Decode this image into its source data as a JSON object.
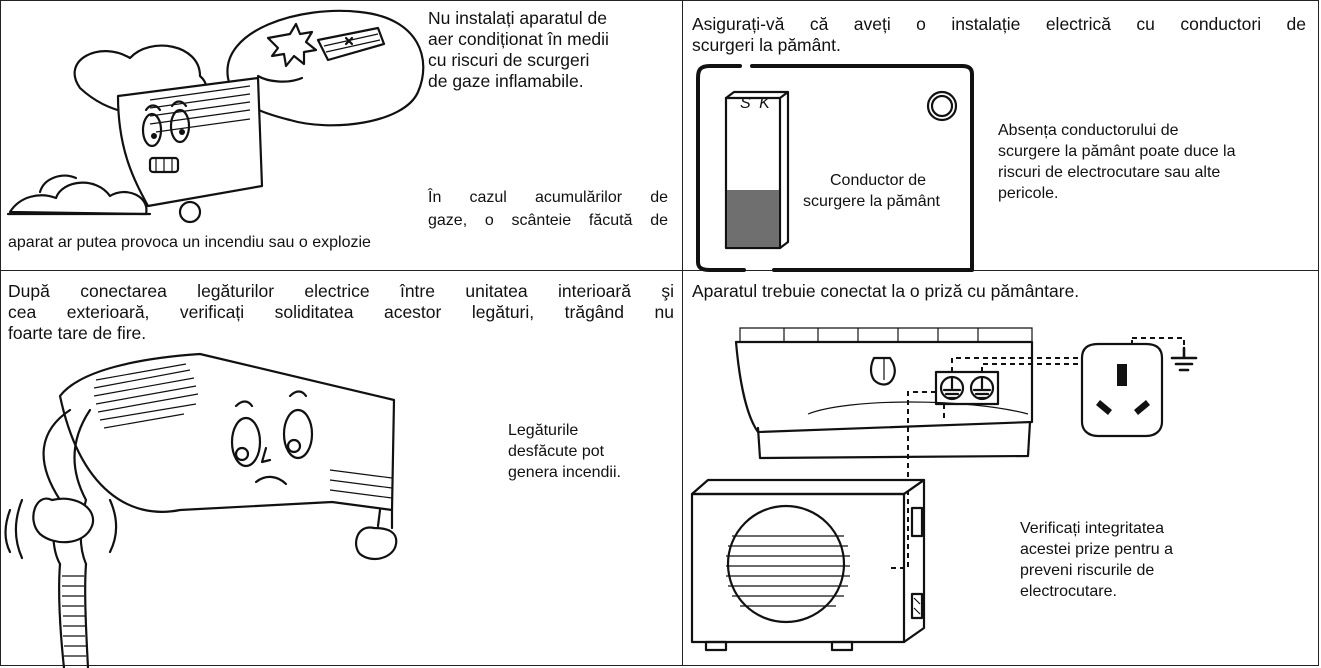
{
  "panel_top_left": {
    "warning_lines": [
      "Nu instalați aparatul de",
      "aer condiționat în medii",
      "cu riscuri de scurgeri",
      "de gaze inflamabile."
    ],
    "consequence_line1": "În cazul acumulărilor de",
    "consequence_line2": "gaze, o scânteie făcută de",
    "consequence_line3": "aparat ar putea provoca un incendiu sau o explozie"
  },
  "panel_top_right": {
    "heading_line1": "Asigurați-vă că aveți o instalație electrică cu conductori de",
    "heading_line2": "scurgeri la pământ.",
    "breaker_label": "S K",
    "conductor_label_line1": "Conductor de",
    "conductor_label_line2": "scurgere la pământ",
    "note_lines": [
      "Absența conductorului de",
      "scurgere la pământ poate duce la",
      "riscuri de electrocutare sau alte",
      "pericole."
    ]
  },
  "panel_bottom_left": {
    "heading_line1": "După conectarea legăturilor electrice între unitatea interioară şi",
    "heading_line2": "cea exterioară, verificați soliditatea acestor legături, trăgând nu",
    "heading_line3": "foarte tare de fire.",
    "note_lines": [
      "Legăturile",
      "desfăcute pot",
      "genera incendii."
    ]
  },
  "panel_bottom_right": {
    "heading": "Aparatul trebuie conectat la  o priză cu pământare.",
    "note_lines": [
      "Verificați integritatea",
      "acestei prize pentru a",
      "preveni riscurile de",
      "electrocutare."
    ]
  },
  "colors": {
    "ink": "#111111",
    "fill_grey": "#6f6f6f"
  }
}
